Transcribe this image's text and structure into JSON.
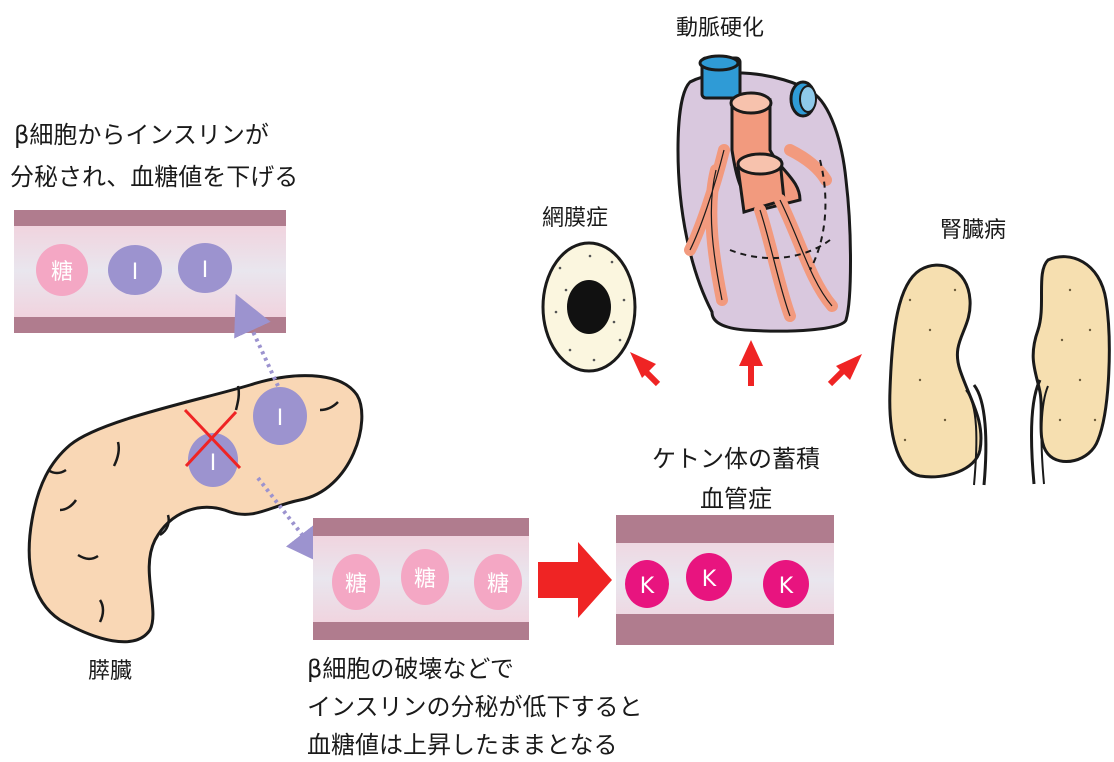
{
  "labels": {
    "beta_line1": "β細胞からインスリンが",
    "beta_line2": "分秘され、血糖値を下げる",
    "atherosclerosis": "動脈硬化",
    "retinopathy": "網膜症",
    "nephropathy": "腎臓病",
    "ketone_line1": "ケトン体の蓄積",
    "ketone_line2": "血管症",
    "pancreas": "膵臓",
    "bottom_line1": "β細胞の破壊などで",
    "bottom_line2": "インスリンの分秘が低下すると",
    "bottom_line3": "血糖値は上昇したままとなる"
  },
  "vessel_top": {
    "tokens": [
      "糖",
      "I",
      "I"
    ]
  },
  "pancreas_cells": [
    "I",
    "I"
  ],
  "vessel_bottom": {
    "tokens": [
      "糖",
      "糖",
      "糖"
    ]
  },
  "vessel_ketone": {
    "tokens": [
      "K",
      "K",
      "K"
    ]
  },
  "colors": {
    "vessel_wall": "#b07c8e",
    "vessel_inner": "#f3d7df",
    "sugar": "#f4a7c4",
    "insulin": "#9c93cf",
    "ketone": "#e8147f",
    "pancreas": "#f9d7b5",
    "heart": "#d9c8de",
    "artery": "#f29a7e",
    "kidney": "#f6dfb0",
    "arrow_red": "#ef2424"
  }
}
